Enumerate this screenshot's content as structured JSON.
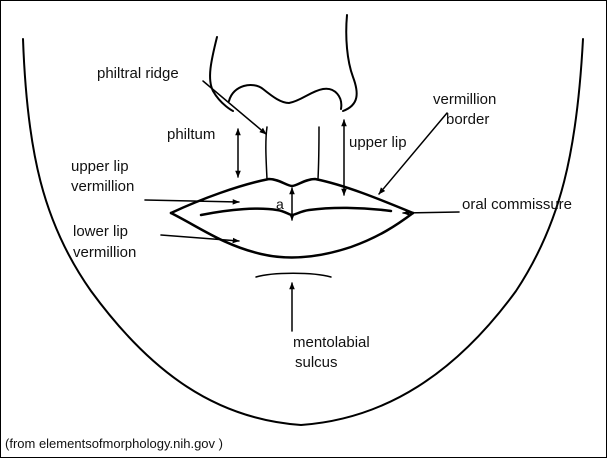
{
  "labels": {
    "philtral_ridge": "philtral ridge",
    "vermillion_border_1": "vermillion",
    "vermillion_border_2": "border",
    "philtum": "philtum",
    "upper_lip": "upper lip",
    "upper_lip_vermillion_1": "upper lip",
    "upper_lip_vermillion_2": "vermillion",
    "a": "a",
    "oral_commissure": "oral commissure",
    "lower_lip_vermillion_1": "lower lip",
    "lower_lip_vermillion_2": "vermillion",
    "mentolabial_sulcus_1": "mentolabial",
    "mentolabial_sulcus_2": "sulcus"
  },
  "caption": "(from elementsofmorphology.nih.gov )"
}
